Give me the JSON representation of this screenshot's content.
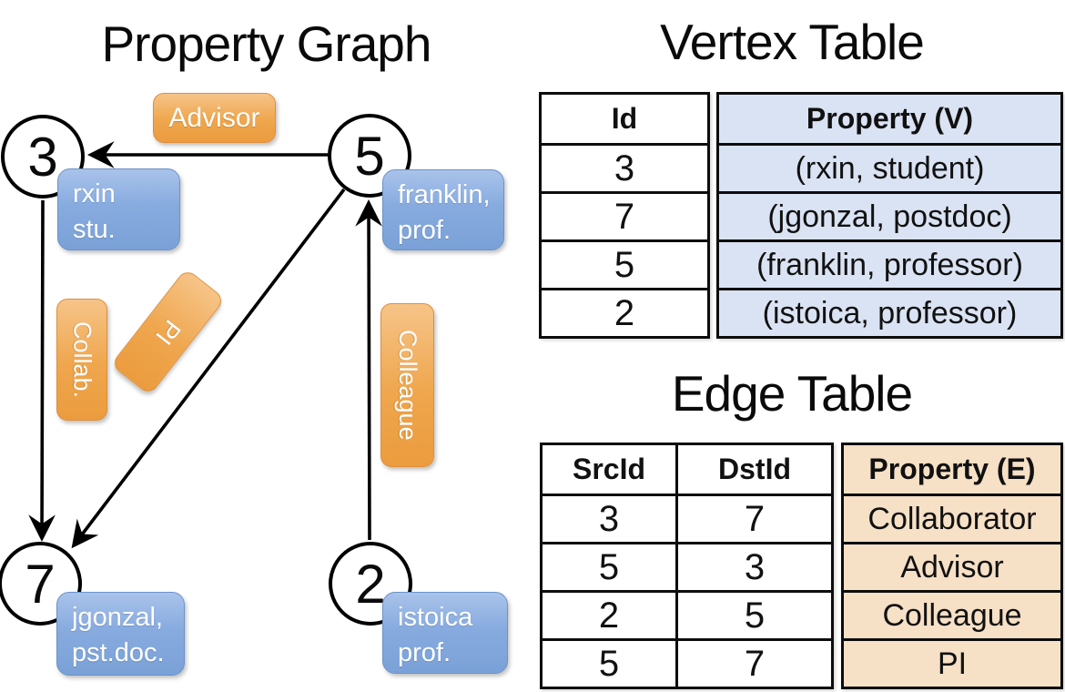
{
  "graph": {
    "title": "Property Graph",
    "nodes": [
      {
        "id": "3",
        "prop_line1": "rxin",
        "prop_line2": "stu."
      },
      {
        "id": "5",
        "prop_line1": "franklin,",
        "prop_line2": "prof."
      },
      {
        "id": "7",
        "prop_line1": "jgonzal,",
        "prop_line2": "pst.doc."
      },
      {
        "id": "2",
        "prop_line1": "istoica",
        "prop_line2": "prof."
      }
    ],
    "edges": [
      {
        "label": "Advisor",
        "from": "5",
        "to": "3"
      },
      {
        "label": "Collab.",
        "from": "3",
        "to": "7"
      },
      {
        "label": "PI",
        "from": "5",
        "to": "7"
      },
      {
        "label": "Colleague",
        "from": "2",
        "to": "5"
      }
    ]
  },
  "vertex_table": {
    "title": "Vertex Table",
    "columns": [
      "Id",
      "Property (V)"
    ],
    "rows": [
      {
        "id": "3",
        "property": "(rxin, student)"
      },
      {
        "id": "7",
        "property": "(jgonzal, postdoc)"
      },
      {
        "id": "5",
        "property": "(franklin, professor)"
      },
      {
        "id": "2",
        "property": "(istoica, professor)"
      }
    ]
  },
  "edge_table": {
    "title": "Edge Table",
    "columns": [
      "SrcId",
      "DstId",
      "Property (E)"
    ],
    "rows": [
      {
        "src": "3",
        "dst": "7",
        "property": "Collaborator"
      },
      {
        "src": "5",
        "dst": "3",
        "property": "Advisor"
      },
      {
        "src": "2",
        "dst": "5",
        "property": "Colleague"
      },
      {
        "src": "5",
        "dst": "7",
        "property": "PI"
      }
    ]
  },
  "colors": {
    "edge_label_fill": "#efa64d",
    "vertex_label_fill": "#87abdf",
    "vertex_table_property_fill": "#dae3f3",
    "edge_table_property_fill": "#f6e0c6",
    "line_color": "#000000"
  }
}
